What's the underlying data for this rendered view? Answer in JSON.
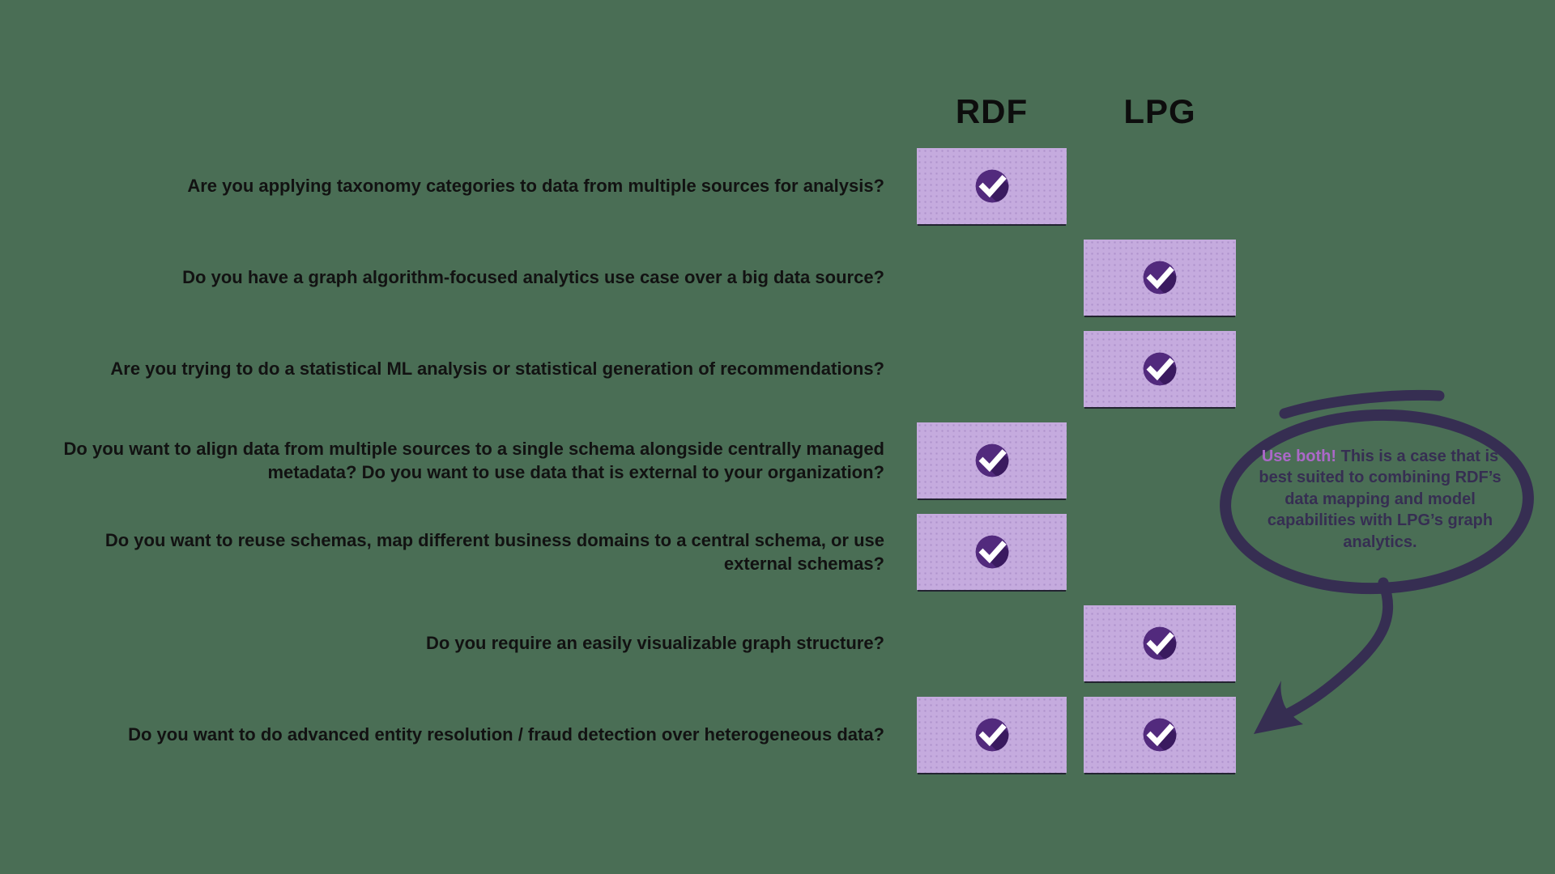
{
  "header": {
    "rdf": "RDF",
    "lpg": "LPG"
  },
  "rows": [
    {
      "question": "Are you applying taxonomy categories to data from multiple sources for analysis?",
      "rdf": true,
      "lpg": false
    },
    {
      "question": "Do you have a graph algorithm-focused analytics use case over a big data source?",
      "rdf": false,
      "lpg": true
    },
    {
      "question": "Are you trying to do a statistical ML analysis or statistical generation of recommendations?",
      "rdf": false,
      "lpg": true
    },
    {
      "question": "Do you want to align data from multiple sources to a single schema alongside centrally managed metadata? Do you want to use data that is external to your organization?",
      "rdf": true,
      "lpg": false
    },
    {
      "question": "Do you want to reuse schemas, map different business domains to a central schema, or use external schemas?",
      "rdf": true,
      "lpg": false
    },
    {
      "question": "Do you require an easily visualizable graph structure?",
      "rdf": false,
      "lpg": true
    },
    {
      "question": "Do you want to do advanced entity resolution / fraud detection over heterogeneous data?",
      "rdf": true,
      "lpg": true
    }
  ],
  "annotation": {
    "highlight": "Use both!",
    "text": "This is a case that is best suited to combining RDF’s data mapping and model capabilities with LPG’s graph analytics."
  },
  "icons": {
    "check": "check-icon",
    "scribble": "circle-scribble-icon",
    "arrow": "curved-arrow-icon"
  },
  "colors": {
    "background": "#4a6e55",
    "cell": "#c5abde",
    "circle": "#522a7d",
    "shadow": "#3a1a5f",
    "mark": "#ffffff",
    "ink": "#362e52",
    "highlight": "#ab68c8",
    "text": "#121212"
  }
}
